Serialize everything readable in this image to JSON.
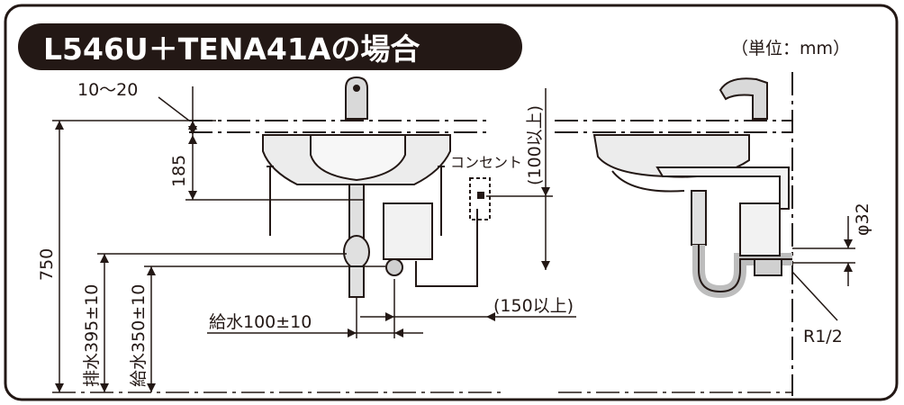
{
  "title": "L546U＋TENA41Aの場合",
  "unit_label": "（単位：mm）",
  "dimensions": {
    "top_gap": "10〜20",
    "bowl_depth": "185",
    "total_height": "750",
    "drain_height": "排水395±10",
    "supply_height": "給水350±10",
    "supply_offset": "給水100±10",
    "outlet_clearance_horizontal": "(150以上)",
    "outlet_clearance_vertical": "(100以上)",
    "drain_pipe_diameter": "φ32",
    "supply_thread": "R1/2"
  },
  "labels": {
    "outlet": "コンセント"
  },
  "colors": {
    "ink": "#231815",
    "title_text": "#ffffff",
    "background": "#ffffff"
  }
}
